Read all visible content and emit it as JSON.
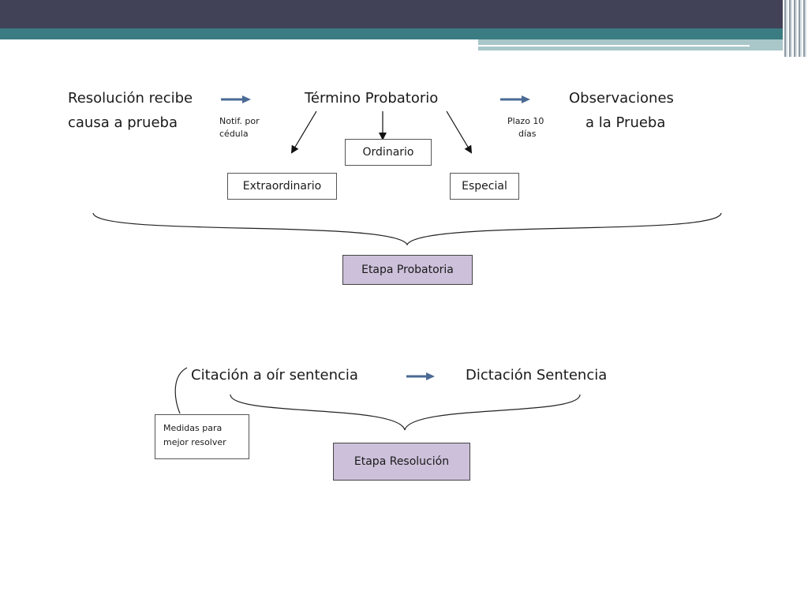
{
  "stage1": {
    "resolucion_line1": "Resolución recibe",
    "resolucion_line2": "causa a prueba",
    "notif_line1": "Notif. por",
    "notif_line2": "cédula",
    "termino": "Término Probatorio",
    "plazo_line1": "Plazo 10",
    "plazo_line2": "días",
    "observaciones_line1": "Observaciones",
    "observaciones_line2": "a la Prueba",
    "ordinario": "Ordinario",
    "extraordinario": "Extraordinario",
    "especial": "Especial",
    "etapa": "Etapa Probatoria"
  },
  "stage2": {
    "citacion": "Citación a oír sentencia",
    "dictacion": "Dictación Sentencia",
    "medidas": "Medidas para mejor resolver",
    "etapa": "Etapa Resolución"
  },
  "colors": {
    "header_dark": "#414257",
    "header_teal": "#3a7c82",
    "arrow_blue": "#4a6a94",
    "stage_box_fill": "#ccc0da"
  }
}
